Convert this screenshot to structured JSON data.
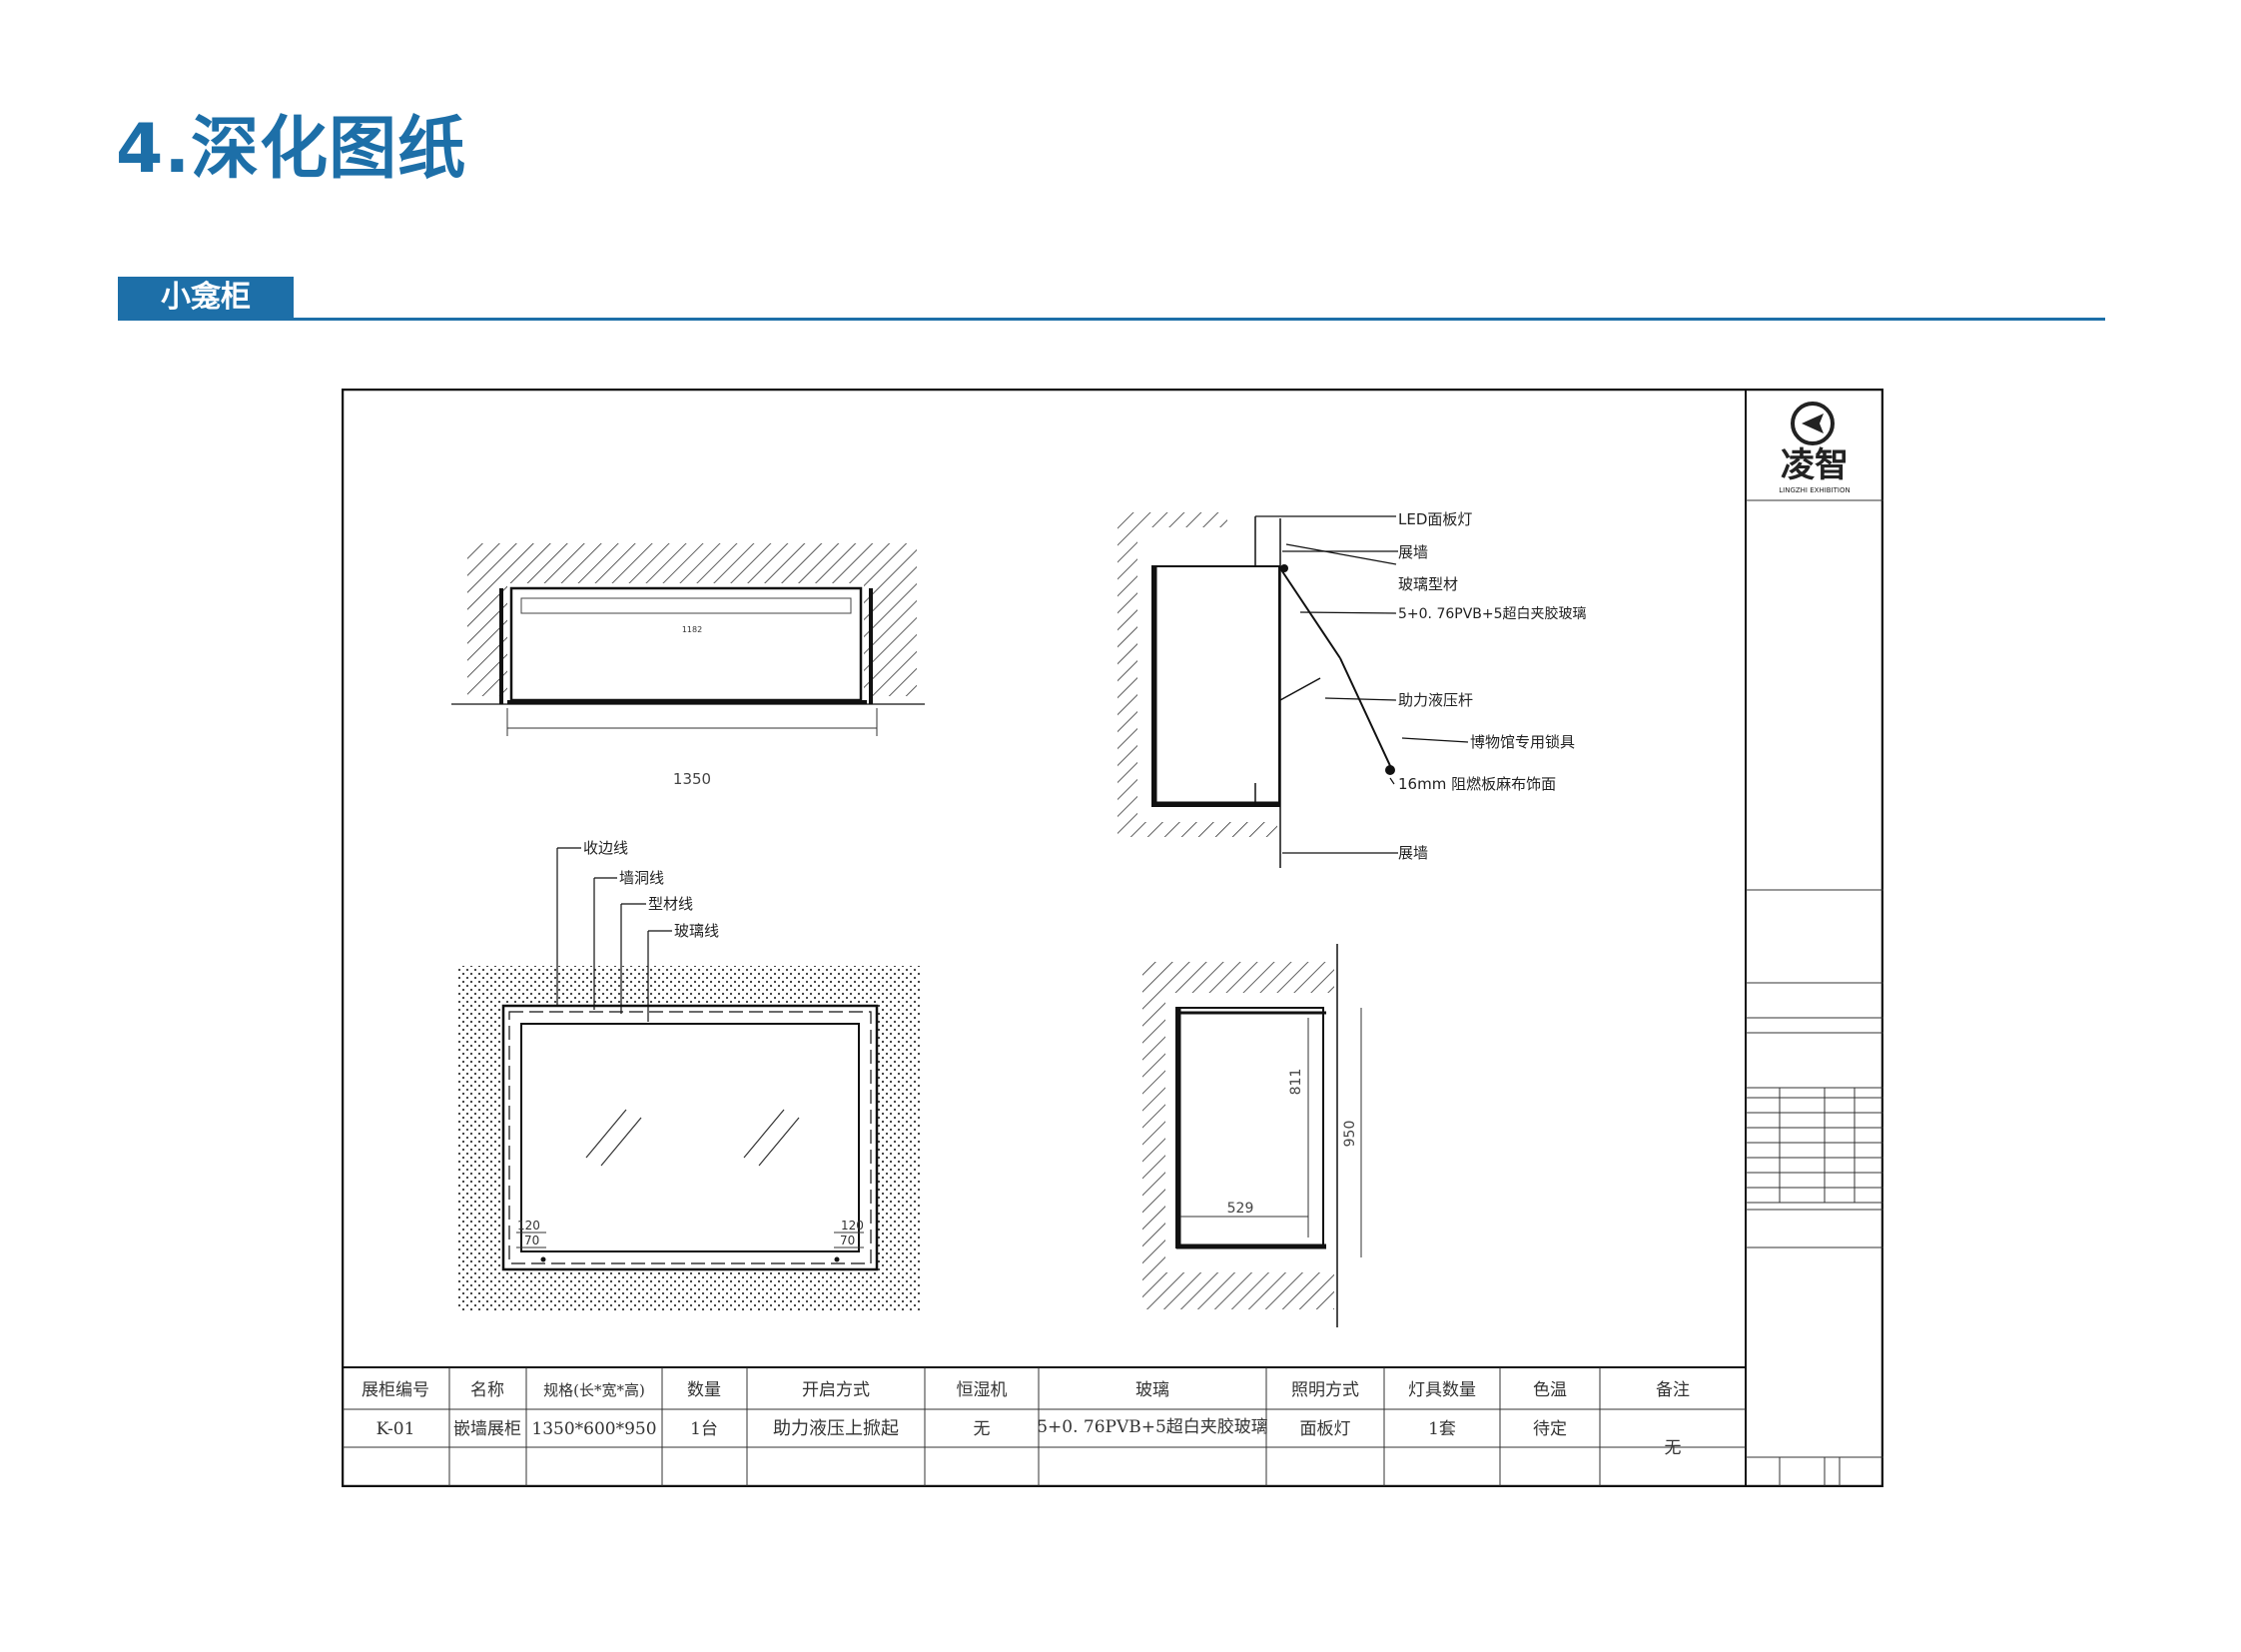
{
  "page": {
    "title": "4.深化图纸",
    "section_label": "小龛柜"
  },
  "drawing": {
    "front_view": {
      "dim_width": "1350",
      "dim_inner": "1182"
    },
    "section_labels": [
      "LED面板灯",
      "展墙",
      "玻璃型材",
      "5+0. 76PVB+5超白夹胶玻璃",
      "助力液压杆",
      "博物馆专用锁具",
      "16mm 阻燃板麻布饰面",
      "展墙"
    ],
    "plan_labels": [
      "收边线",
      "墙洞线",
      "型材线",
      "玻璃线"
    ],
    "plan_dims": {
      "left_a": "120",
      "left_b": "70",
      "right_a": "120",
      "right_b": "70"
    },
    "side_dims": {
      "height": "811",
      "total_height": "950",
      "depth": "529"
    }
  },
  "title_block": {
    "logo_text": "凌智",
    "logo_sub": "LINGZHI EXHIBITION"
  },
  "spec_table": {
    "headers": [
      "展柜编号",
      "名称",
      "规格(长*宽*高)",
      "数量",
      "开启方式",
      "恒湿机",
      "玻璃",
      "照明方式",
      "灯具数量",
      "色温",
      "备注"
    ],
    "row": [
      "K-01",
      "嵌墙展柜",
      "1350*600*950",
      "1台",
      "助力液压上掀起",
      "无",
      "5+0. 76PVB+5超白夹胶玻璃",
      "面板灯",
      "1套",
      "待定",
      "无"
    ]
  }
}
